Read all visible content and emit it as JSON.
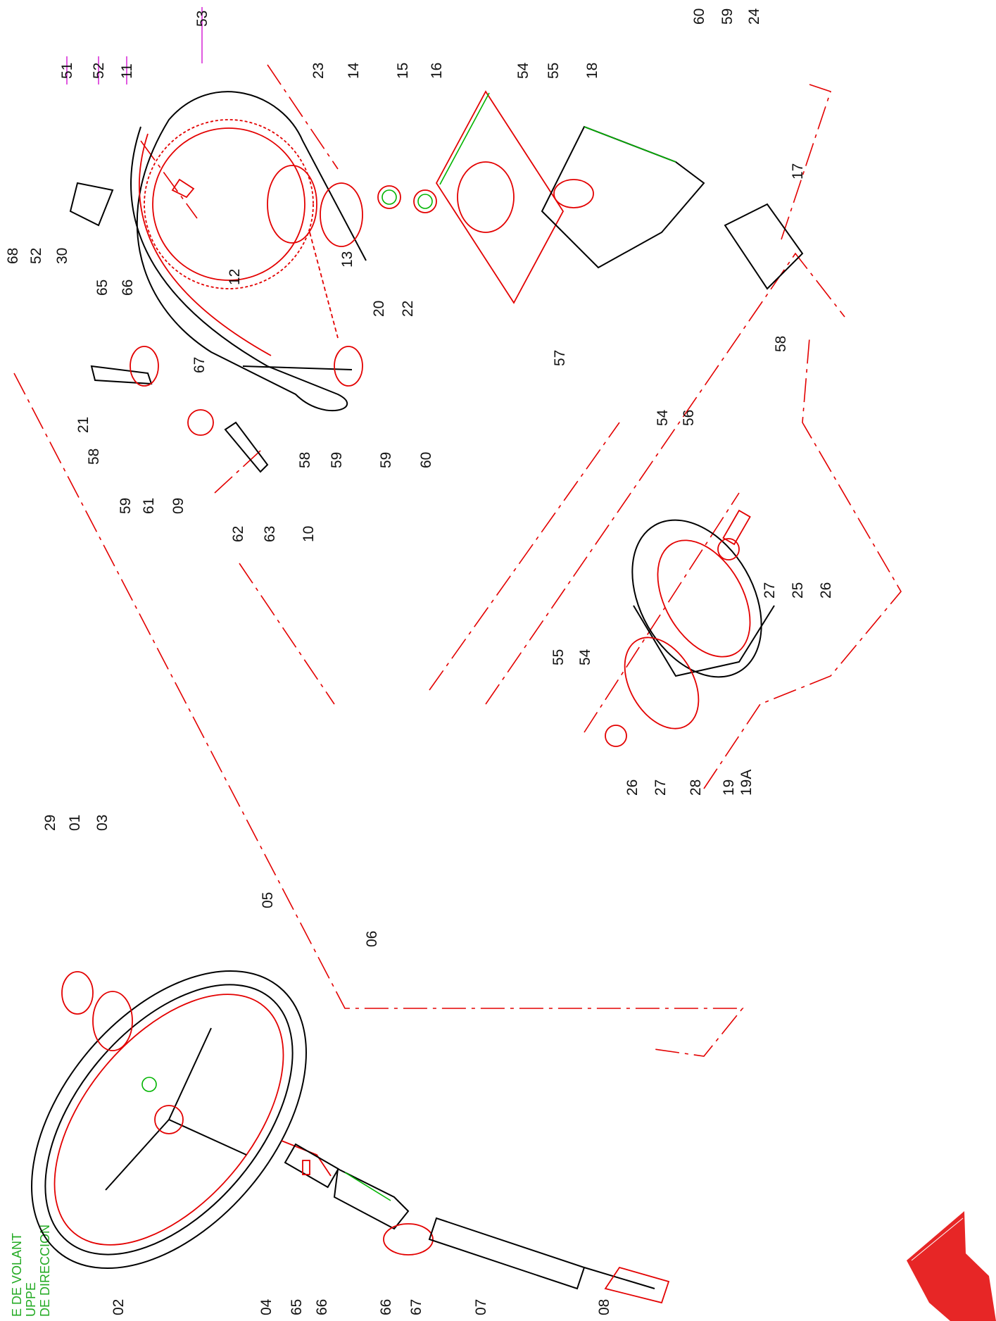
{
  "title_lines": [
    "E DE VOLANT",
    "UPPE",
    "DE DIRECCION"
  ],
  "part_numbers": {
    "p01": "01",
    "p02": "02",
    "p03": "03",
    "p04": "04",
    "p05": "05",
    "p06": "06",
    "p07": "07",
    "p08": "08",
    "p09": "09",
    "p10": "10",
    "p11": "11",
    "p12": "12",
    "p13": "13",
    "p14": "14",
    "p15": "15",
    "p16": "16",
    "p17": "17",
    "p18": "18",
    "p19": "19",
    "p19a": "19A",
    "p20": "20",
    "p21": "21",
    "p22": "22",
    "p23": "23",
    "p24": "24",
    "p25": "25",
    "p26": "26",
    "p27": "27",
    "p28": "28",
    "p29": "29",
    "p30": "30",
    "p51": "51",
    "p52": "52",
    "p53": "53",
    "p54": "54",
    "p55": "55",
    "p56": "56",
    "p57": "57",
    "p58": "58",
    "p59": "59",
    "p60": "60",
    "p61": "61",
    "p62": "62",
    "p63": "63",
    "p65": "65",
    "p66": "66",
    "p67": "67",
    "p68": "68"
  },
  "colors": {
    "outline": "#000000",
    "part": "#e30000",
    "highlight": "#00b400",
    "leader": "#d000d0",
    "accent": "#00c8ff",
    "title": "#22aa22"
  }
}
